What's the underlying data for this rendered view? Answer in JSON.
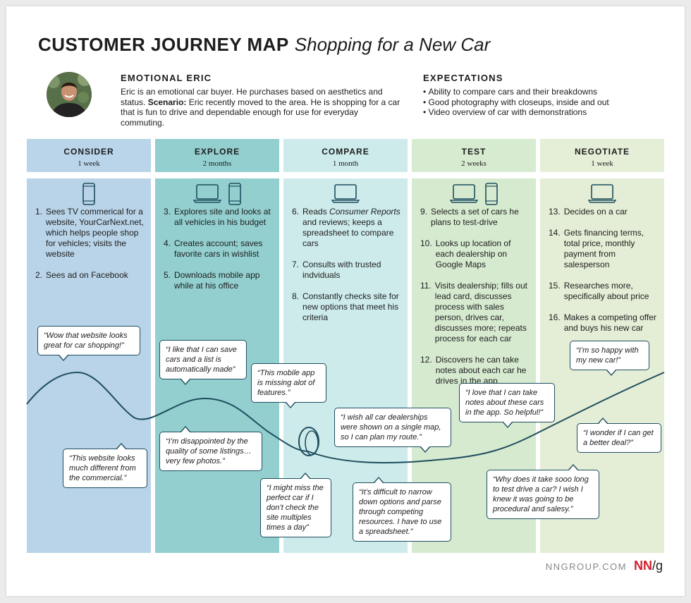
{
  "title": {
    "main": "CUSTOMER JOURNEY MAP",
    "sub": "Shopping for a New Car"
  },
  "persona": {
    "name": "EMOTIONAL ERIC",
    "description": "Eric is an emotional car buyer. He purchases based on aesthetics and status.",
    "scenario_label": "Scenario:",
    "scenario": "Eric recently moved to the area. He is shopping for a car that is fun to drive and dependable enough for use for everyday commuting."
  },
  "expectations": {
    "title": "EXPECTATIONS",
    "items": [
      "Ability to compare cars and their breakdowns",
      "Good photography with closeups, inside and out",
      "Video overview of car with demonstrations"
    ]
  },
  "colors": {
    "consider_head": "#bad5ea",
    "consider_body": "#b9d4e8",
    "explore_head": "#93cfcf",
    "explore_body": "#93cfcf",
    "compare_head": "#cdebeb",
    "compare_body": "#cdebeb",
    "test_head": "#d7ebd1",
    "test_body": "#d6ead0",
    "negotiate_head": "#e5eed6",
    "negotiate_body": "#e4edd5",
    "line": "#1f4e5f",
    "brand_red": "#d0202e"
  },
  "stages": [
    {
      "name": "CONSIDER",
      "duration": "1 week",
      "devices": [
        "phone-icon"
      ],
      "steps": [
        {
          "num": "1.",
          "text": "Sees TV commerical for a website, YourCarNext.net, which helps people shop for vehicles; visits the website"
        },
        {
          "num": "2.",
          "text": "Sees ad on Facebook"
        }
      ]
    },
    {
      "name": "EXPLORE",
      "duration": "2 months",
      "devices": [
        "laptop-icon",
        "phone-icon"
      ],
      "steps": [
        {
          "num": "3.",
          "text": "Explores site and looks at all vehicles in his budget"
        },
        {
          "num": "4.",
          "text": "Creates account; saves favorite cars in wishlist"
        },
        {
          "num": "5.",
          "text": "Downloads mobile app while at his office"
        }
      ]
    },
    {
      "name": "COMPARE",
      "duration": "1 month",
      "devices": [
        "laptop-icon"
      ],
      "steps": [
        {
          "num": "6.",
          "text_pre": "Reads ",
          "text_em": "Consumer Reports",
          "text": " and reviews; keeps a spreadsheet to compare cars"
        },
        {
          "num": "7.",
          "text": "Consults with trusted indviduals"
        },
        {
          "num": "8.",
          "text": "Constantly checks site for new options that meet his criteria"
        }
      ]
    },
    {
      "name": "TEST",
      "duration": "2 weeks",
      "devices": [
        "laptop-icon",
        "phone-icon"
      ],
      "steps": [
        {
          "num": "9.",
          "text": "Selects a set of cars he plans to test-drive"
        },
        {
          "num": "10.",
          "text": "Looks up location of each dealership on Google Maps"
        },
        {
          "num": "11.",
          "text": "Visits dealership; fills out lead card, discusses process with sales person, drives car, discusses more; repeats process for each car"
        },
        {
          "num": "12.",
          "text": "Discovers he can take notes about each car he drives in the app"
        }
      ]
    },
    {
      "name": "NEGOTIATE",
      "duration": "1 week",
      "devices": [
        "laptop-icon"
      ],
      "steps": [
        {
          "num": "13.",
          "text": "Decides on a car"
        },
        {
          "num": "14.",
          "text": "Gets financing terms, total price, monthly payment from salesperson"
        },
        {
          "num": "15.",
          "text": "Researches more, specifically about price"
        },
        {
          "num": "16.",
          "text": "Makes a competing offer and buys his new car"
        }
      ]
    }
  ],
  "quotes": [
    "“Wow that website looks great for car shopping!”",
    "“This website looks much different from the commercial.”",
    "“I like that I can save cars and a list is automatically made”",
    "“I’m disappointed by the quality of some listings… very few photos.”",
    "“This mobile app is missing alot of features.”",
    "“I might miss the perfect car if I don’t check the site multiples times a day”",
    "“I wish all car dealerships were shown on a single map, so I can plan my route.”",
    "“It’s difficult to narrow down options and parse through competing resources. I have to use a spreadsheet.”",
    "“I love that I can take notes about these cars in the app. So helpful!”",
    "“Why does it take sooo long to test drive a car? I wish I knew it was going to be procedural and salesy.”",
    "“I’m so happy with my new car!”",
    "“I wonder if I can get a better deal?”"
  ],
  "footer": {
    "site": "NNGROUP.COM",
    "logo_nn": "NN",
    "logo_slash": "/",
    "logo_g": "g"
  }
}
